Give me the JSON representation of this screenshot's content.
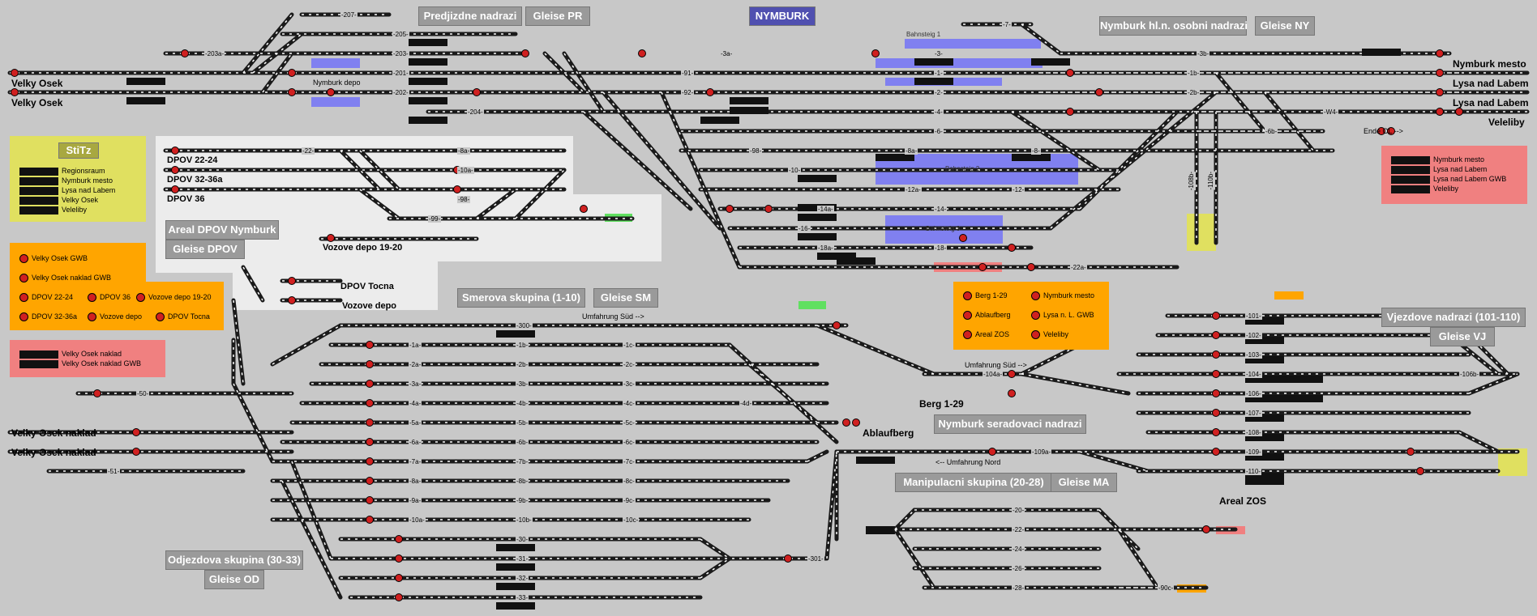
{
  "headers": {
    "predjizdne": "Predjizdne nadrazi",
    "gleise_pr": "Gleise PR",
    "nymburk": "NYMBURK",
    "osobni": "Nymburk hl.n. osobni nadrazi",
    "gleise_ny": "Gleise NY",
    "stitz": "StiTz",
    "areal_dpov": "Areal DPOV Nymburk",
    "gleise_dpov": "Gleise DPOV",
    "smerova": "Smerova skupina (1-10)",
    "gleise_sm": "Gleise SM",
    "vjezdove": "Vjezdove nadrazi (101-110)",
    "gleise_vj": "Gleise VJ",
    "seradovaci": "Nymburk seradovaci nadrazi",
    "manipulacni": "Manipulacni skupina (20-28)",
    "gleise_ma": "Gleise MA",
    "odjezdova": "Odjezdova skupina (30-33)",
    "gleise_od": "Gleise OD"
  },
  "places": {
    "velky_osek_1": "Velky Osek",
    "velky_osek_2": "Velky Osek",
    "nymburk_mesto": "Nymburk mesto",
    "lysa_1": "Lysa nad Labem",
    "lysa_2": "Lysa nad Labem",
    "veleliby": "Veleliby",
    "dpov_2224": "DPOV 22-24",
    "dpov_3236": "DPOV 32-36a",
    "dpov_36": "DPOV 36",
    "vozove_1920": "Vozove depo 19-20",
    "dpov_tocna": "DPOV Tocna",
    "vozove_depo": "Vozove depo",
    "nymburk_depo": "Nymburk depo",
    "vo_naklad_1": "Velky Osek naklad",
    "vo_naklad_2": "Velky Osek naklad",
    "berg": "Berg 1-29",
    "ablaufberg": "Ablaufberg",
    "areal_zos": "Areal ZOS",
    "ende_ol": "Ende OL -->",
    "umf_sud_1": "Umfahrung Süd -->",
    "umf_sud_2": "Umfahrung Süd -->",
    "umf_nord": "<-- Umfahrung Nord",
    "bahnsteig1": "Bahnsteig 1",
    "bahnsteig2": "Bahnsteig 2",
    "bahnsteig3": "Bahnsteig 3"
  },
  "legend_stitz": [
    "Regionsraum",
    "Nymburk mesto",
    "Lysa nad Labem",
    "Velky Osek",
    "Veleliby"
  ],
  "legend_orange_left": {
    "a": "Velky Osek GWB",
    "b": "Velky Osek naklad GWB",
    "c": "DPOV 22-24",
    "d": "DPOV 36",
    "e": "Vozove depo 19-20",
    "f": "DPOV 32-36a",
    "g": "Vozove depo",
    "h": "DPOV Tocna"
  },
  "legend_pink_left": [
    "Velky Osek naklad",
    "Velky Osek naklad GWB"
  ],
  "legend_pink_right": [
    "Nymburk mesto",
    "Lysa nad Labem",
    "Lysa nad Labem GWB",
    "Veleliby"
  ],
  "legend_orange_mid": {
    "a": "Berg 1-29",
    "b": "Nymburk mesto",
    "c": "Ablaufberg",
    "d": "Lysa n. L. GWB",
    "e": "Areal ZOS",
    "f": "Veleliby"
  },
  "tracks_top": [
    "-207-",
    "-205-",
    "-203-",
    "-201-",
    "-202-",
    "-204-",
    "-203a-"
  ],
  "tracks_station": [
    "-3a-",
    "-1-",
    "-2-",
    "-4-",
    "-6-",
    "-8a-",
    "-8-",
    "-10-",
    "-12a-",
    "-12-",
    "-14a-",
    "-14-",
    "-16-",
    "-18a-",
    "-18-",
    "-22a-",
    "-3-",
    "-3b-",
    "-1b-",
    "-2b-",
    "-W4-",
    "-6b-",
    "-7-",
    "-91-",
    "-92-",
    "-98-"
  ],
  "tracks_dpov": [
    "-22-",
    "-8a-",
    "-10a-",
    "-98-",
    "-99-"
  ],
  "tracks_sm": [
    "-1a-",
    "-1b-",
    "-1c-",
    "-2a-",
    "-2b-",
    "-2c-",
    "-3a-",
    "-3b-",
    "-3c-",
    "-4a-",
    "-4b-",
    "-4c-",
    "-4d-",
    "-5a-",
    "-5b-",
    "-5c-",
    "-6a-",
    "-6b-",
    "-6c-",
    "-7a-",
    "-7b-",
    "-7c-",
    "-8a-",
    "-8b-",
    "-8c-",
    "-9a-",
    "-9b-",
    "-9c-",
    "-10a-",
    "-10b-",
    "-10c-",
    "-300-"
  ],
  "tracks_vj": [
    "-101-",
    "-102-",
    "-103-",
    "-104-",
    "-104a-",
    "-106-",
    "-106b-",
    "-107-",
    "-108-",
    "-109-",
    "-109a-",
    "-110-"
  ],
  "tracks_ma": [
    "-20-",
    "-22-",
    "-24-",
    "-26-",
    "-28-",
    "-90c-"
  ],
  "tracks_od": [
    "-30-",
    "-31-",
    "-32-",
    "-33-",
    "-301-"
  ],
  "tracks_left": [
    "-50-",
    "-51-"
  ],
  "tracks_vertical": [
    "-108b-",
    "-110b-"
  ],
  "colors": {
    "bg": "#c8c8c8",
    "track": "#1a1a1a",
    "signal": "#d02020",
    "platform": "#8080f0",
    "orange": "#ffa500",
    "pink": "#f08080",
    "yellow": "#e0e060",
    "green": "#60e060"
  }
}
